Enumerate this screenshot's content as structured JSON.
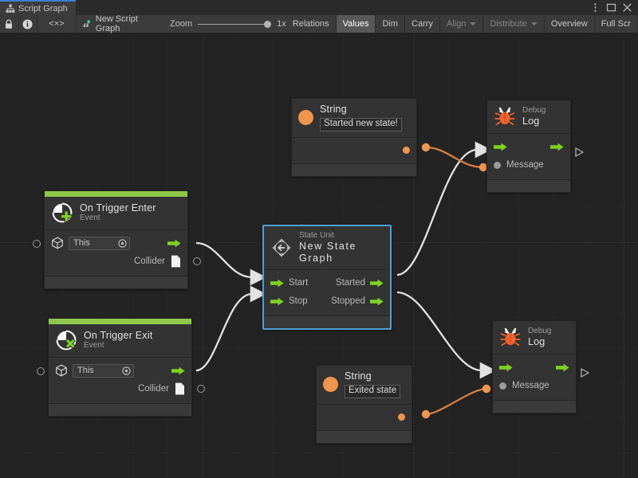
{
  "window": {
    "tab_title": "Script Graph",
    "tab_icon": "script-graph-icon",
    "controls": {
      "menu": "⋮",
      "maximize": "□",
      "close": "✕"
    }
  },
  "toolbar": {
    "lock_icon": "lock-icon",
    "info_icon": "info-icon",
    "code_label": "<×>",
    "breadcrumb_label": "New Script Graph",
    "zoom_label": "Zoom",
    "zoom_value": "1x",
    "buttons": [
      {
        "label": "Relations",
        "state": "normal"
      },
      {
        "label": "Values",
        "state": "active"
      },
      {
        "label": "Dim",
        "state": "normal"
      },
      {
        "label": "Carry",
        "state": "normal"
      },
      {
        "label": "Align",
        "state": "dim",
        "caret": true
      },
      {
        "label": "Distribute",
        "state": "dim",
        "caret": true
      },
      {
        "label": "Overview",
        "state": "normal"
      },
      {
        "label": "Full Scr",
        "state": "normal"
      }
    ]
  },
  "colors": {
    "accent_event": "#8ec94a",
    "flow_arrow": "#7ed321",
    "value_orange": "#f0954e",
    "selection": "#4d9fd4",
    "canvas_bg": "#232323",
    "node_bg": "#333333"
  },
  "nodes": {
    "string_top": {
      "title": "String",
      "value": "Started new state!",
      "icon": "orange-circle-icon"
    },
    "string_bottom": {
      "title": "String",
      "value": "Exited state",
      "icon": "orange-circle-icon"
    },
    "debug_log_top": {
      "subtitle": "Debug",
      "title": "Log",
      "icon": "bug-icon",
      "input_label": "Message"
    },
    "debug_log_bottom": {
      "subtitle": "Debug",
      "title": "Log",
      "icon": "bug-icon",
      "input_label": "Message"
    },
    "state_unit": {
      "subtitle": "State Unit",
      "title": "New State Graph",
      "icon": "state-unit-icon",
      "selected": true,
      "inputs": [
        "Start",
        "Stop"
      ],
      "outputs": [
        "Started",
        "Stopped"
      ]
    },
    "on_trigger_enter": {
      "title": "On Trigger Enter",
      "subtitle": "Event",
      "icon": "trigger-enter-icon",
      "target_value": "This",
      "output_label": "Collider"
    },
    "on_trigger_exit": {
      "title": "On Trigger Exit",
      "subtitle": "Event",
      "icon": "trigger-exit-icon",
      "target_value": "This",
      "output_label": "Collider"
    }
  }
}
